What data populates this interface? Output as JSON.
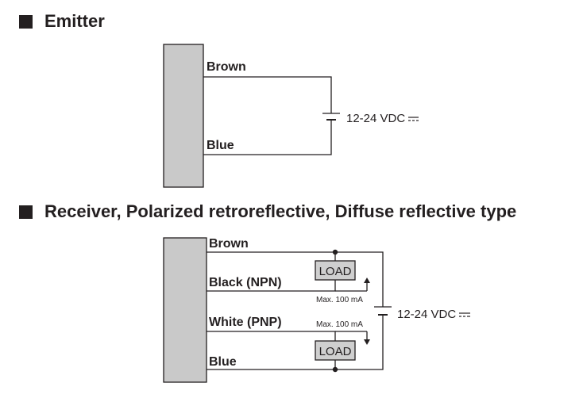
{
  "emitter": {
    "title": "Emitter",
    "wires": {
      "top": "Brown",
      "bottom": "Blue"
    },
    "supply": "12-24 VDC"
  },
  "receiver": {
    "title": "Receiver, Polarized retroreflective, Diffuse reflective type",
    "wires": {
      "brown": "Brown",
      "black": "Black (NPN)",
      "white": "White (PNP)",
      "blue": "Blue"
    },
    "load_top": "LOAD",
    "load_bottom": "LOAD",
    "max_top": "Max. 100 mA",
    "max_bottom": "Max. 100 mA",
    "supply": "12-24 VDC"
  },
  "colors": {
    "body_fill": "#c9c9c9",
    "line": "#231f20",
    "load_fill": "#cfcfcf"
  }
}
